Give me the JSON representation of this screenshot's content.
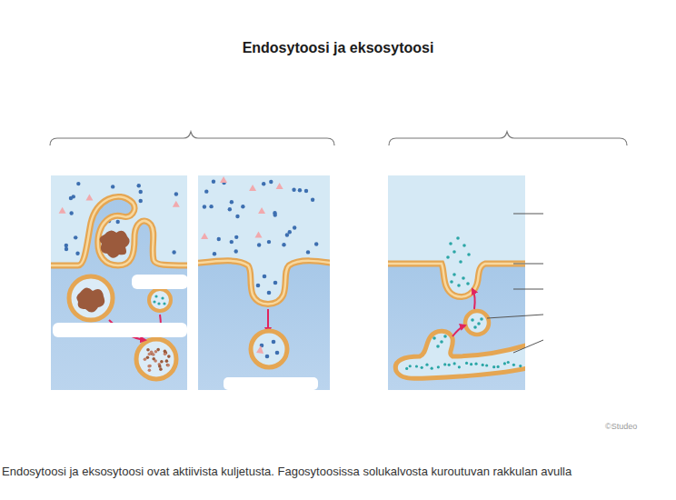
{
  "diagram": {
    "title": "Endosytoosi ja eksosytoosi",
    "caption": "Endosytoosi ja eksosytoosi ovat aktiivista kuljetusta. Fagosytoosissa solukalvosta kuroutuvan rakkulan avulla",
    "labels": [
      "©Studeo"
    ]
  }
}
